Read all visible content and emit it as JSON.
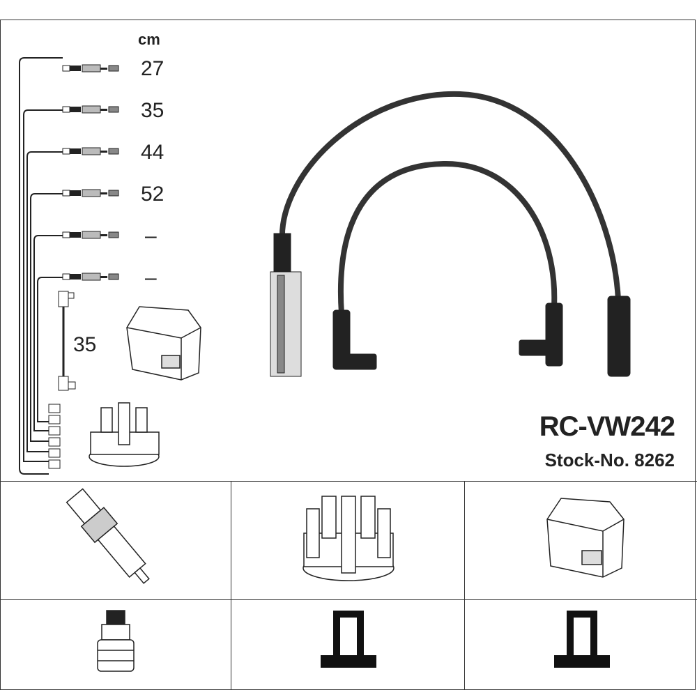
{
  "header": {
    "unit_label": "cm"
  },
  "lengths": [
    "27",
    "35",
    "44",
    "52",
    "–",
    "–"
  ],
  "coil_lead_length": "35",
  "product": {
    "code": "RC-VW242",
    "stock": "Stock-No. 8262"
  },
  "icons": [
    "spark-plug-icon",
    "distributor-cap-icon",
    "ignition-coil-icon",
    "plug-connector-icon",
    "cap-terminal-icon",
    "coil-terminal-icon"
  ]
}
